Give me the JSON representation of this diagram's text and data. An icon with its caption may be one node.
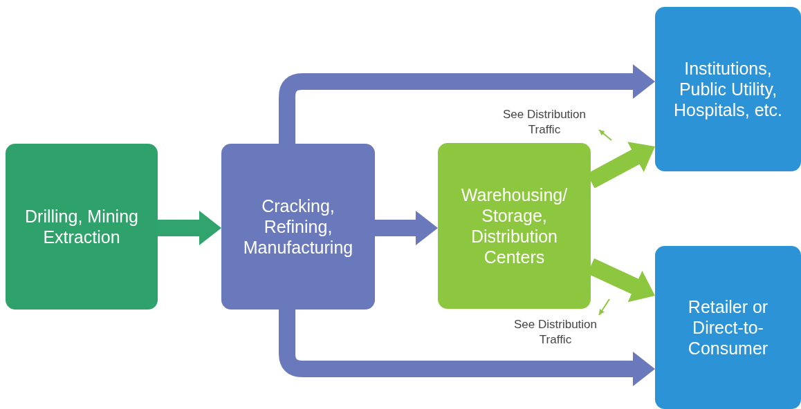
{
  "diagram": {
    "nodes": [
      {
        "text": [
          "Drilling, Mining Extraction"
        ]
      },
      {
        "text": [
          "Cracking, Refining, Manufacturing"
        ]
      },
      {
        "text": [
          "Warehousing/ Storage, Distribution Centers"
        ]
      },
      {
        "text": [
          "Institutions, Public Utility, Hospitals, etc."
        ]
      },
      {
        "text": [
          "Retailer or Direct-to- Consumer"
        ]
      },
      {
        "text": [
          "See Distribution Traffic"
        ]
      },
      {
        "text": [
          "See Distribution Traffic"
        ]
      }
    ],
    "edges": [
      {
        "from": 0,
        "to": 1,
        "arrow": "to",
        "color": "#30a46c"
      },
      {
        "from": 1,
        "to": 2,
        "arrow": "to",
        "color": "#6a79bb"
      },
      {
        "from": 1,
        "to": 3,
        "arrow": "to",
        "color": "#6a79bb"
      },
      {
        "from": 1,
        "to": 4,
        "arrow": "to",
        "color": "#6a79bb"
      },
      {
        "from": 2,
        "to": 3,
        "arrow": "to",
        "color": "#8dc63f"
      },
      {
        "from": 2,
        "to": 4,
        "arrow": "to",
        "color": "#8dc63f"
      },
      {
        "from": null,
        "to": 5,
        "arrow": "to",
        "color": "#8dc63f"
      },
      {
        "from": null,
        "to": 6,
        "arrow": "to",
        "color": "#8dc63f"
      }
    ]
  }
}
